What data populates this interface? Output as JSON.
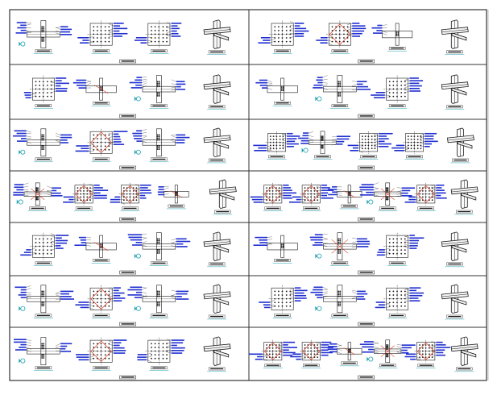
{
  "sheet": {
    "rows": 7,
    "columns": 2,
    "panels": [
      {
        "id": "r1-left",
        "details": 4,
        "caption": "",
        "has_red": false
      },
      {
        "id": "r1-right",
        "details": 4,
        "caption": "",
        "has_red": true
      },
      {
        "id": "r2-left",
        "details": 4,
        "caption": "",
        "has_red": true
      },
      {
        "id": "r2-right",
        "details": 4,
        "caption": "",
        "has_red": false
      },
      {
        "id": "r3-left",
        "details": 4,
        "caption": "",
        "has_red": true
      },
      {
        "id": "r3-right",
        "details": 5,
        "caption": "",
        "has_red": false
      },
      {
        "id": "r4-left",
        "details": 5,
        "caption": "",
        "has_red": true
      },
      {
        "id": "r4-right",
        "details": 6,
        "caption": "",
        "has_red": true
      },
      {
        "id": "r5-left",
        "details": 4,
        "caption": "",
        "has_red": true
      },
      {
        "id": "r5-right",
        "details": 4,
        "caption": "",
        "has_red": true
      },
      {
        "id": "r6-left",
        "details": 4,
        "caption": "",
        "has_red": true
      },
      {
        "id": "r6-right",
        "details": 4,
        "caption": "",
        "has_red": false
      },
      {
        "id": "r7-left",
        "details": 4,
        "caption": "",
        "has_red": true
      },
      {
        "id": "r7-right",
        "details": 6,
        "caption": "",
        "has_red": true
      }
    ]
  },
  "colors": {
    "line": "#1a1a1a",
    "label": "#1f2fd0",
    "section": "#1aa1b0",
    "accent": "#d4351c",
    "frame": "#333333"
  }
}
